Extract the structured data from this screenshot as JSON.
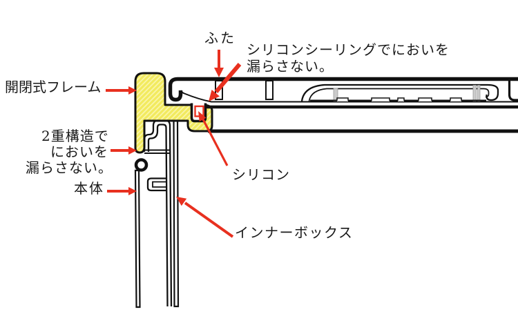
{
  "diagram": {
    "labels": {
      "lid": "ふた",
      "seal_line1": "シリコンシーリングでにおいを",
      "seal_line2": "漏らさない。",
      "frame": "開閉式フレーム",
      "double_line1": "2重構造で",
      "double_line2": "においを",
      "double_line3": "漏らさない。",
      "body": "本体",
      "silicone": "シリコン",
      "inner_box": "インナーボックス"
    },
    "colors": {
      "highlight_yellow": "#f2ea5e",
      "hatch_line": "#faf6ae",
      "arrow_red": "#e8301f",
      "outline_black": "#111111",
      "gray_bar": "#cbcbcb"
    }
  }
}
